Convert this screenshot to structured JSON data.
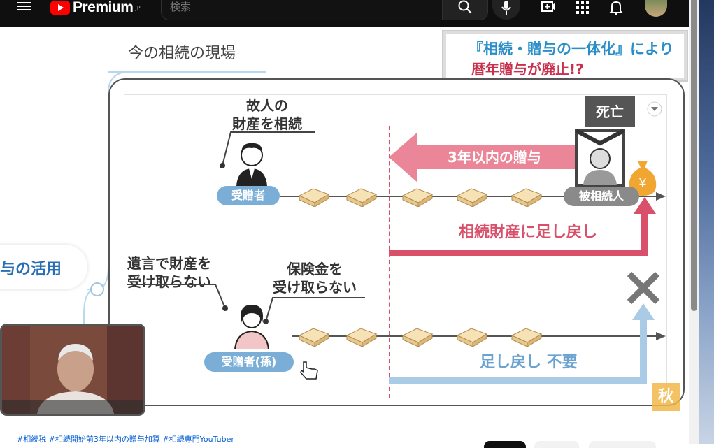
{
  "topbar": {
    "logo_text": "Premium",
    "logo_sup": "JP",
    "search_placeholder": "検索",
    "icons": [
      "menu-icon",
      "youtube-logo-icon",
      "search-icon",
      "mic-icon",
      "create-icon",
      "apps-icon",
      "bell-icon",
      "avatar"
    ]
  },
  "video": {
    "heading": "今の相続の現場",
    "banner_line1": "『相続・贈与の一体化』により",
    "banner_line2": "暦年贈与が廃止!?",
    "side_label": "与の活用",
    "death_label": "死亡",
    "deceased_label": "被相続人",
    "recipient1_caption_1": "故人の",
    "recipient1_caption_2": "財産を相続",
    "recipient1_label": "受贈者",
    "arrow_label": "3年以内の贈与",
    "addback_label": "相続財産に足し戻し",
    "will_caption_1": "遺言で財産を",
    "will_caption_2": "受け取らない",
    "insurance_caption_1": "保険金を",
    "insurance_caption_2": "受け取らない",
    "recipient2_label": "受贈者(孫)",
    "no_addback_label": "足し戻し 不要",
    "watermark": "秋"
  },
  "below": {
    "hashtags": "#相続税 #相続開始前3年以内の贈与加算 #相続専門YouTuber"
  },
  "colors": {
    "blue": "#7aaed6",
    "red": "#d8506a",
    "banner_blue": "#2a8fc9",
    "banner_red": "#c8314d"
  }
}
